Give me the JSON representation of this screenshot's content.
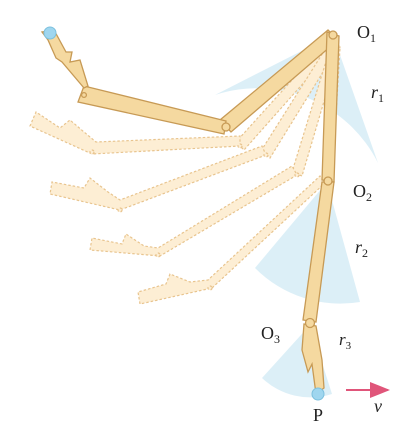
{
  "labels": {
    "o1": "O",
    "o1_sub": "1",
    "o2": "O",
    "o2_sub": "2",
    "o3": "O",
    "o3_sub": "3",
    "r1": "r",
    "r1_sub": "1",
    "r2": "r",
    "r2_sub": "2",
    "r3": "r",
    "r3_sub": "3",
    "p": "P",
    "v": "v"
  },
  "colors": {
    "arm_fill": "#f5d9a0",
    "arm_stroke": "#c79a55",
    "ghost_fill": "#fdeed4",
    "ghost_stroke": "#e8c48e",
    "sector": "#d6ecf6",
    "endpoint": "#9fd6ef",
    "arrow": "#e0557a"
  }
}
